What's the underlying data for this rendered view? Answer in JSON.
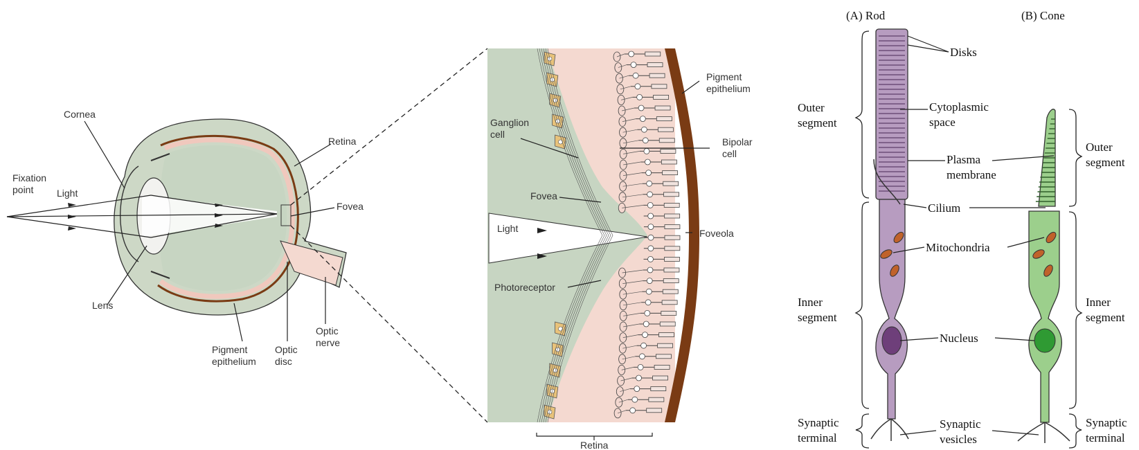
{
  "panel_eye": {
    "fixation_point": [
      "Fixation",
      "point"
    ],
    "light": "Light",
    "cornea": "Cornea",
    "lens": "Lens",
    "retina": "Retina",
    "fovea": "Fovea",
    "pigment_epithelium": [
      "Pigment",
      "epithelium"
    ],
    "optic_disc": [
      "Optic",
      "disc"
    ],
    "optic_nerve": [
      "Optic",
      "nerve"
    ]
  },
  "panel_fovea": {
    "pigment_epithelium": [
      "Pigment",
      "epithelium"
    ],
    "ganglion_cell": [
      "Ganglion",
      "cell"
    ],
    "bipolar_cell": [
      "Bipolar",
      "cell"
    ],
    "fovea": "Fovea",
    "light": "Light",
    "foveola": "Foveola",
    "photoreceptor": "Photoreceptor",
    "retina": "Retina"
  },
  "panel_cells": {
    "rod_title": "(A)  Rod",
    "cone_title": "(B)  Cone",
    "disks": "Disks",
    "cytoplasmic_space": [
      "Cytoplasmic",
      "space"
    ],
    "plasma_membrane": [
      "Plasma",
      "membrane"
    ],
    "cilium": "Cilium",
    "mitochondria": "Mitochondria",
    "nucleus": "Nucleus",
    "synaptic_vesicles": [
      "Synaptic",
      "vesicles"
    ],
    "outer_segment_left": [
      "Outer",
      "segment"
    ],
    "inner_segment_left": [
      "Inner",
      "segment"
    ],
    "synaptic_terminal_left": [
      "Synaptic",
      "terminal"
    ],
    "outer_segment_right": [
      "Outer",
      "segment"
    ],
    "inner_segment_right": [
      "Inner",
      "segment"
    ],
    "synaptic_terminal_right": [
      "Synaptic",
      "terminal"
    ]
  },
  "colors": {
    "sclera": "#cdd8c6",
    "vitreous": "#c7d5c2",
    "retina_pink": "#f4d9d0",
    "pigment": "#7a3b14",
    "rod": "#b79cc0",
    "rod_dark": "#7f5a8c",
    "cone": "#9ccf8c",
    "cone_dark": "#3f7f38",
    "nucleus_rod": "#6e3f7a",
    "nucleus_cone": "#2f9a33",
    "mito": "#c0622a",
    "ganglion": "#e8c27a"
  }
}
